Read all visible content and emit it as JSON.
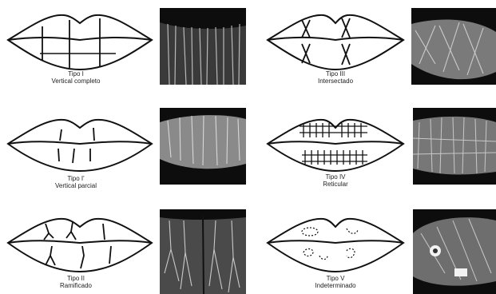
{
  "panels": [
    {
      "id": "tipo-i",
      "type_label": "Tipo I",
      "description": "Vertical completo"
    },
    {
      "id": "tipo-iii",
      "type_label": "Tipo III",
      "description": "Intersectado"
    },
    {
      "id": "tipo-i-prime",
      "type_label": "Tipo I'",
      "description": "Vertical parcial"
    },
    {
      "id": "tipo-iv",
      "type_label": "Tipo IV",
      "description": "Reticular"
    },
    {
      "id": "tipo-ii",
      "type_label": "Tipo II",
      "description": "Ramificado"
    },
    {
      "id": "tipo-v",
      "type_label": "Tipo V",
      "description": "Indeterminado"
    }
  ],
  "colors": {
    "line": "#111111",
    "photo_dark": "#1a1a1a",
    "photo_light": "#d9d9d9"
  }
}
